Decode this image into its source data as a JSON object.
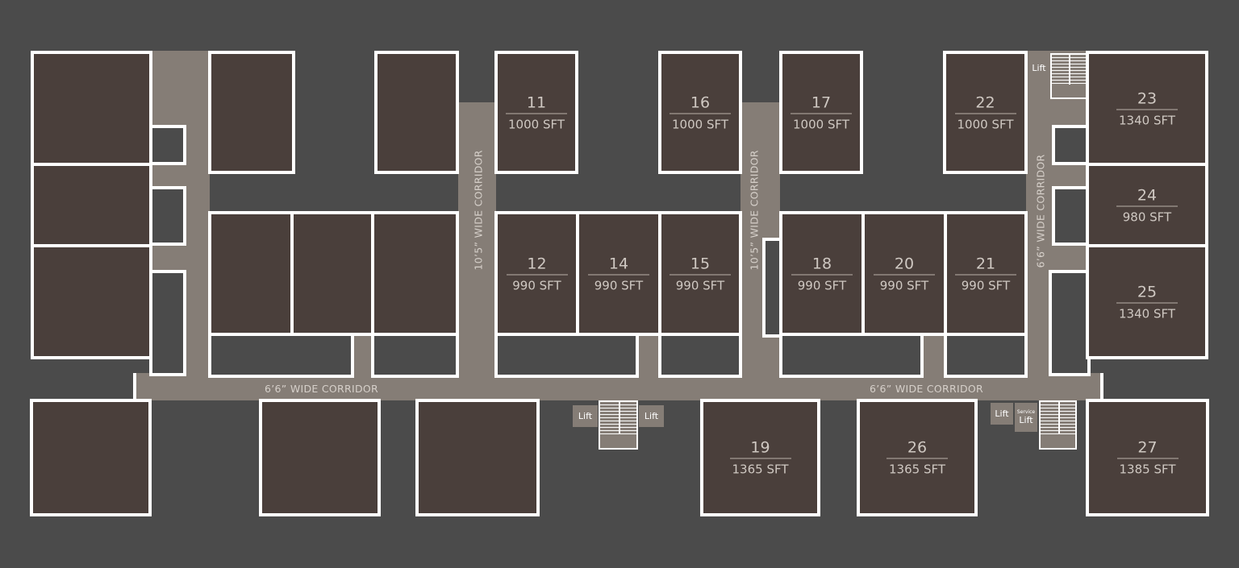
{
  "units": {
    "u11": {
      "number": "11",
      "area": "1000 SFT"
    },
    "u12": {
      "number": "12",
      "area": "990 SFT"
    },
    "u14": {
      "number": "14",
      "area": "990 SFT"
    },
    "u15": {
      "number": "15",
      "area": "990 SFT"
    },
    "u16": {
      "number": "16",
      "area": "1000 SFT"
    },
    "u17": {
      "number": "17",
      "area": "1000 SFT"
    },
    "u18": {
      "number": "18",
      "area": "990 SFT"
    },
    "u20": {
      "number": "20",
      "area": "990 SFT"
    },
    "u21": {
      "number": "21",
      "area": "990 SFT"
    },
    "u22": {
      "number": "22",
      "area": "1000 SFT"
    },
    "u23": {
      "number": "23",
      "area": "1340 SFT"
    },
    "u24": {
      "number": "24",
      "area": "980 SFT"
    },
    "u25": {
      "number": "25",
      "area": "1340 SFT"
    },
    "u19": {
      "number": "19",
      "area": "1365 SFT"
    },
    "u26": {
      "number": "26",
      "area": "1365 SFT"
    },
    "u27": {
      "number": "27",
      "area": "1385 SFT"
    }
  },
  "corridors": {
    "horizontal_left": "6’6” WIDE CORRIDOR",
    "horizontal_right": "6’6” WIDE CORRIDOR",
    "vertical_1": "10’5” WIDE CORRIDOR",
    "vertical_2": "10’5” WIDE CORRIDOR",
    "vertical_3": "6’6” WIDE CORRIDOR"
  },
  "lifts": {
    "lift": "Lift",
    "service_small": "Service",
    "service_lift": "Lift"
  },
  "colors": {
    "background": "#4b4b4b",
    "unit": "#4a3f3b",
    "corridor": "#857d76",
    "wall": "#ffffff"
  }
}
